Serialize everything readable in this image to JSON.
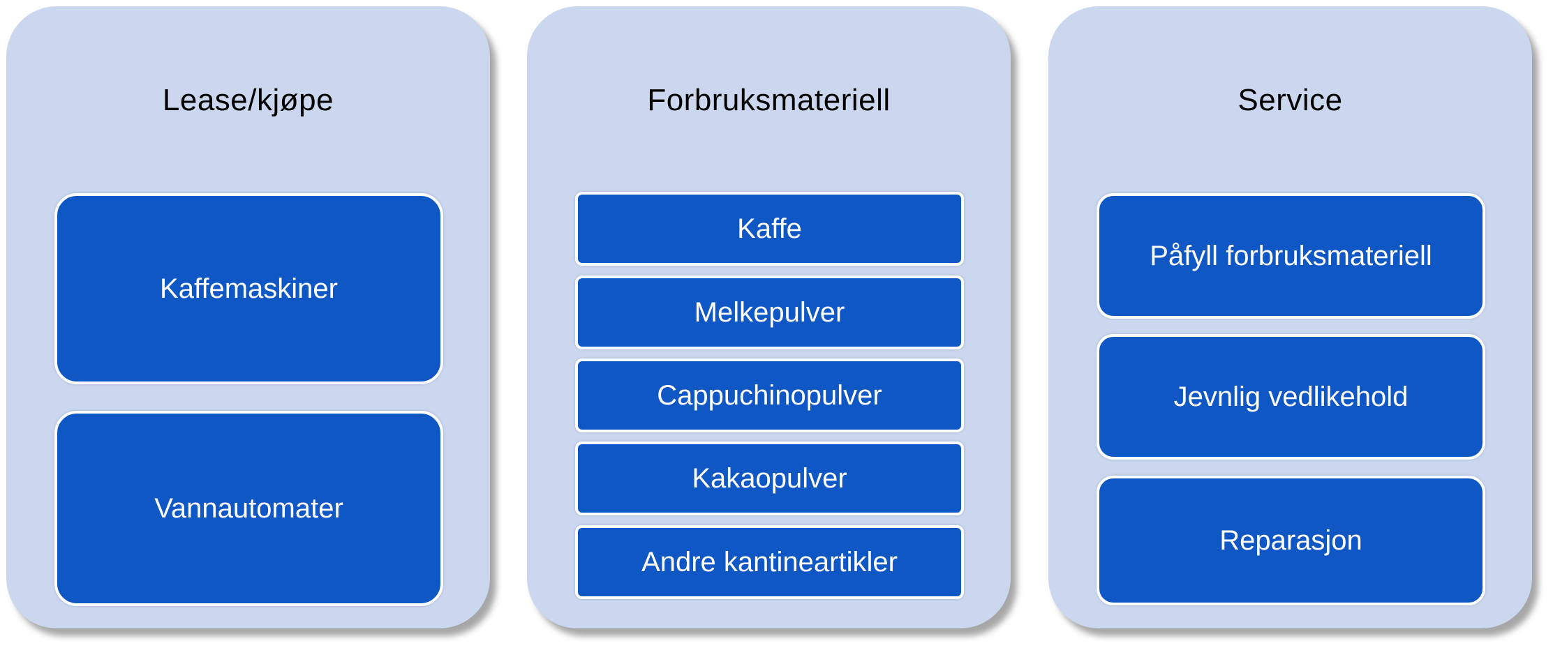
{
  "columns": [
    {
      "title": "Lease/kjøpe",
      "items": [
        "Kaffemaskiner",
        "Vannautomater"
      ]
    },
    {
      "title": "Forbruksmateriell",
      "items": [
        "Kaffe",
        "Melkepulver",
        "Cappuchinopulver",
        "Kakaopulver",
        "Andre kantineartikler"
      ]
    },
    {
      "title": "Service",
      "items": [
        "Påfyll forbruksmateriell",
        "Jevnlig vedlikehold",
        "Reparasjon"
      ]
    }
  ],
  "colors": {
    "panel_background": "#cbd7ee",
    "box_fill": "#0e57c4",
    "box_border": "#ffffff",
    "box_text": "#ffffff",
    "title_text": "#000000"
  }
}
